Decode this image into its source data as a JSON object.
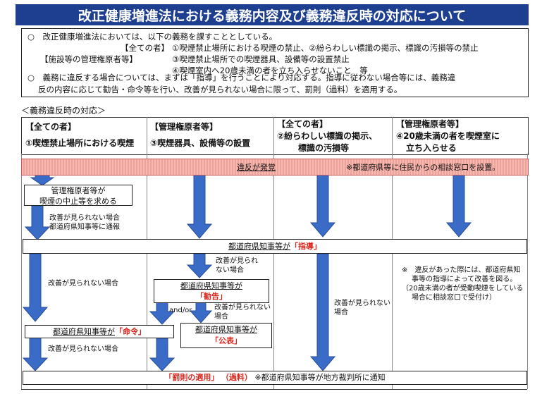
{
  "title": "改正健康増進法における義務内容及び義務違反時の対応について",
  "summary": {
    "line1": "○　改正健康増進法においては、以下の義務を課すこととしている。",
    "line2_label": "【全ての者】",
    "line2_text": "①喫煙禁止場所における喫煙の禁止、②紛らわしい標識の掲示、標識の汚損等の禁止",
    "line3_label": "【施設等の管理権原者等】",
    "line3_text": "③喫煙禁止場所での喫煙器具、設備等の設置禁止",
    "line4_text": "④喫煙室内へ20歳未満の者を立ち入らせないこと　等",
    "line5": "○　義務に違反する場合については、まずは「指導」を行うことにより対応する。指導に従わない場合等には、義務違",
    "line6": "反の内容に応じて勧告・命令等を行い、改善が見られない場合に限って、罰則（過料）を適用する。"
  },
  "section_title": "＜義務違反時の対応＞",
  "columns": [
    {
      "label": "【全ての者】",
      "text": "①喫煙禁止場所における喫煙"
    },
    {
      "label": "【管理権原者等】",
      "text": "③喫煙器具、設備等の設置"
    },
    {
      "label": "【全ての者】",
      "text": "②紛らわしい標識の掲示、",
      "text2": "標識の汚損等"
    },
    {
      "label": "【管理権原者等】",
      "text": "④20歳未満の者を喫煙室に",
      "text2": "立ち入らせる"
    }
  ],
  "flow": {
    "violation": "違反が発覚",
    "violation_note": "※都道府県等に住民からの相談窓口を設置。",
    "request_stop_1": "管理権原者等が",
    "request_stop_2": "喫煙の中止等を求める",
    "note_no_improve_report_1": "改善が見られない場合",
    "note_no_improve_report_2": "都道府県知事等に通報",
    "guidance_prefix": "都道府県知事等が",
    "guidance_red": "「指導」",
    "note_no_improve": "改善が見られない場合",
    "note_no_improve_split_1": "改善が見られ",
    "note_no_improve_split_2": "ない場合",
    "note_no_improve_split_3": "改善が見られない",
    "note_no_improve_split_4": "場合",
    "recommend_prefix": "都道府県知事等が",
    "recommend_red": "「勧告」",
    "andor": "and/or",
    "publish_prefix": "都道府県知事等が",
    "publish_red": "「公表」",
    "order_prefix": "都道府県知事等が",
    "order_red": "「命令」",
    "penalty_red1": "「罰則の適用」",
    "penalty_red2": "（過料）",
    "penalty_suffix": "※都道府県知事等が地方裁判所に通知",
    "side_note_1": "※　違反があった際には、都道府県知",
    "side_note_2": "事等の指導によって改善を図る。",
    "side_note_3": "（20歳未満の者が受動喫煙をしている",
    "side_note_4": "場合に相談窓口で受付け）"
  },
  "colors": {
    "title_bg": "#1e3f8f",
    "arrow": "#3a6bc6",
    "band": "#f0a8a0",
    "accent_red": "#d9261c"
  }
}
